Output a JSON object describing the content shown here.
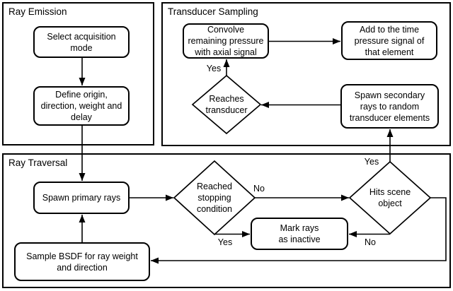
{
  "panels": {
    "ray_emission": {
      "title": "Ray Emission"
    },
    "transducer_sampling": {
      "title": "Transducer Sampling"
    },
    "ray_traversal": {
      "title": "Ray Traversal"
    }
  },
  "nodes": {
    "select_acquisition": {
      "label": "Select acquisition\nmode"
    },
    "define_origin": {
      "label": "Define origin,\ndirection, weight and\ndelay"
    },
    "convolve": {
      "label": "Convolve\nremaining pressure\nwith axial signal"
    },
    "add_time": {
      "label": "Add to the time\npressure signal of\nthat element"
    },
    "spawn_secondary": {
      "label": "Spawn secondary\nrays to random\ntransducer elements"
    },
    "spawn_primary": {
      "label": "Spawn primary rays"
    },
    "mark_rays": {
      "label": "Mark rays\nas inactive"
    },
    "sample_bsdf": {
      "label": "Sample BSDF for ray weight\nand direction"
    }
  },
  "decisions": {
    "reaches_transducer": {
      "label": "Reaches\ntransducer"
    },
    "reached_stopping": {
      "label": "Reached\nstopping\ncondition"
    },
    "hits_scene": {
      "label": "Hits scene\nobject"
    }
  },
  "edge_labels": {
    "reaches_transducer_yes": "Yes",
    "reached_stopping_no": "No",
    "reached_stopping_yes": "Yes",
    "hits_scene_yes": "Yes",
    "hits_scene_no": "No"
  },
  "colors": {
    "stroke": "#000000",
    "background": "#ffffff",
    "text": "#000000"
  }
}
